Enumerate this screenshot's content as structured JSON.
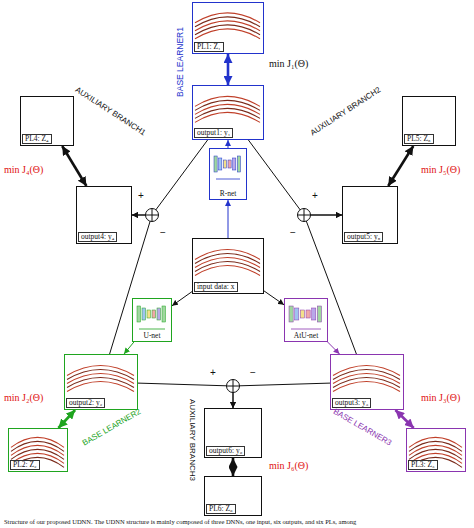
{
  "diagram": {
    "caption": "Structure of our proposed UDNN. The UDNN structure is mainly composed of three DNNs, one input, six outputs, and six PLs, among",
    "nodes": [
      {
        "text": [
          "PL1: Z₁"
        ]
      },
      {
        "text": [
          "PL4: Z₄"
        ]
      },
      {
        "text": [
          "PL5: Z₅"
        ]
      },
      {
        "text": [
          "output1: y₁"
        ]
      },
      {
        "text": [
          "R-net"
        ]
      },
      {
        "text": [
          "output4: y₄"
        ]
      },
      {
        "text": [
          "output5: y₅"
        ]
      },
      {
        "text": [
          "input data: x"
        ]
      },
      {
        "text": [
          "U-net"
        ]
      },
      {
        "text": [
          "AtU-net"
        ]
      },
      {
        "text": [
          "output2: y₂"
        ]
      },
      {
        "text": [
          "output3: y₃"
        ]
      },
      {
        "text": [
          "PL2: Z₂"
        ]
      },
      {
        "text": [
          "PL3: Z₃"
        ]
      },
      {
        "text": [
          "output6: y₆"
        ]
      },
      {
        "text": [
          "PL6: Z₆"
        ]
      }
    ],
    "edges": [
      {
        "from": 3,
        "to": 0,
        "arrow": "both",
        "label": "min J₁(Θ)"
      },
      {
        "from": 5,
        "to": 1,
        "arrow": "both",
        "label": "min J₄(Θ)"
      },
      {
        "from": 6,
        "to": 2,
        "arrow": "both",
        "label": "min J₅(Θ)"
      },
      {
        "from": 10,
        "to": 12,
        "arrow": "both",
        "label": "min J₂(Θ)"
      },
      {
        "from": 11,
        "to": 13,
        "arrow": "both",
        "label": "min J₃(Θ)"
      },
      {
        "from": 14,
        "to": 15,
        "arrow": "both",
        "label": "min J₆(Θ)"
      },
      {
        "from": 7,
        "to": 4,
        "arrow": "to"
      },
      {
        "from": 4,
        "to": 3,
        "arrow": "to"
      },
      {
        "from": 7,
        "to": 8,
        "arrow": "to"
      },
      {
        "from": 8,
        "to": 10,
        "arrow": "to"
      },
      {
        "from": 7,
        "to": 9,
        "arrow": "to"
      },
      {
        "from": 9,
        "to": 11,
        "arrow": "to"
      },
      {
        "from": 3,
        "to": 5,
        "arrow": "to"
      },
      {
        "from": 10,
        "to": 5,
        "arrow": "to"
      },
      {
        "from": 3,
        "to": 6,
        "arrow": "to"
      },
      {
        "from": 11,
        "to": 6,
        "arrow": "to"
      },
      {
        "from": 10,
        "to": 14,
        "arrow": "to"
      },
      {
        "from": 11,
        "to": 14,
        "arrow": "to"
      }
    ],
    "labels": [
      "BASE LEARNER1",
      "AUXILIARY BRANCH1",
      "AUXILIARY BRANCH2",
      "+",
      "−",
      "+",
      "−",
      "BASE LEARNER2",
      "BASE LEARNER3",
      "+",
      "−",
      "AUXILIARY BRANCH3"
    ]
  }
}
